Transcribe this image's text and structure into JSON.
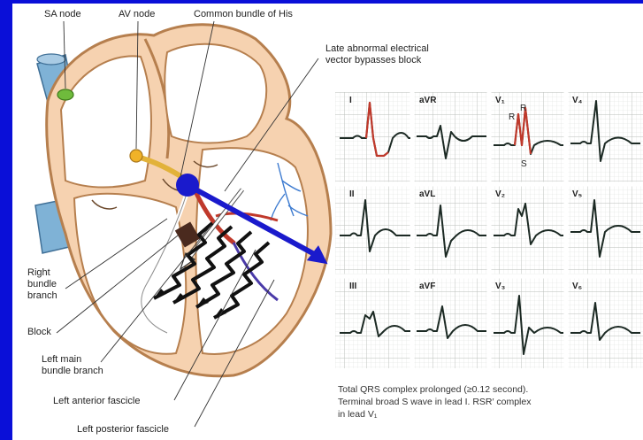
{
  "labels": {
    "sa_node": "SA node",
    "av_node": "AV node",
    "common_bundle": "Common bundle of His",
    "late_vector_line1": "Late abnormal electrical",
    "late_vector_line2": "vector bypasses block",
    "right_bundle_line1": "Right",
    "right_bundle_line2": "bundle",
    "right_bundle_line3": "branch",
    "block": "Block",
    "left_main_line1": "Left main",
    "left_main_line2": "bundle branch",
    "left_anterior": "Left anterior fascicle",
    "left_posterior": "Left posterior fascicle"
  },
  "ecg": {
    "leads": [
      "I",
      "aVR",
      "V₁",
      "V₄",
      "II",
      "aVL",
      "V₂",
      "V₅",
      "III",
      "aVF",
      "V₃",
      "V₆"
    ],
    "v1_waves": [
      "R",
      "R",
      "S"
    ]
  },
  "caption": {
    "line1": "Total QRS complex prolonged (≥0.12 second).",
    "line2": "Terminal broad S wave in lead I. RSR′ complex",
    "line3": "in lead V₁"
  },
  "colors": {
    "background": "#0a0fd8",
    "heart_fill": "#f6d2b0",
    "heart_outline": "#c28a55",
    "vector_arrow": "#1a1acc",
    "conduction": "#c0392b",
    "ecg_grid": "#cfd3cf"
  }
}
